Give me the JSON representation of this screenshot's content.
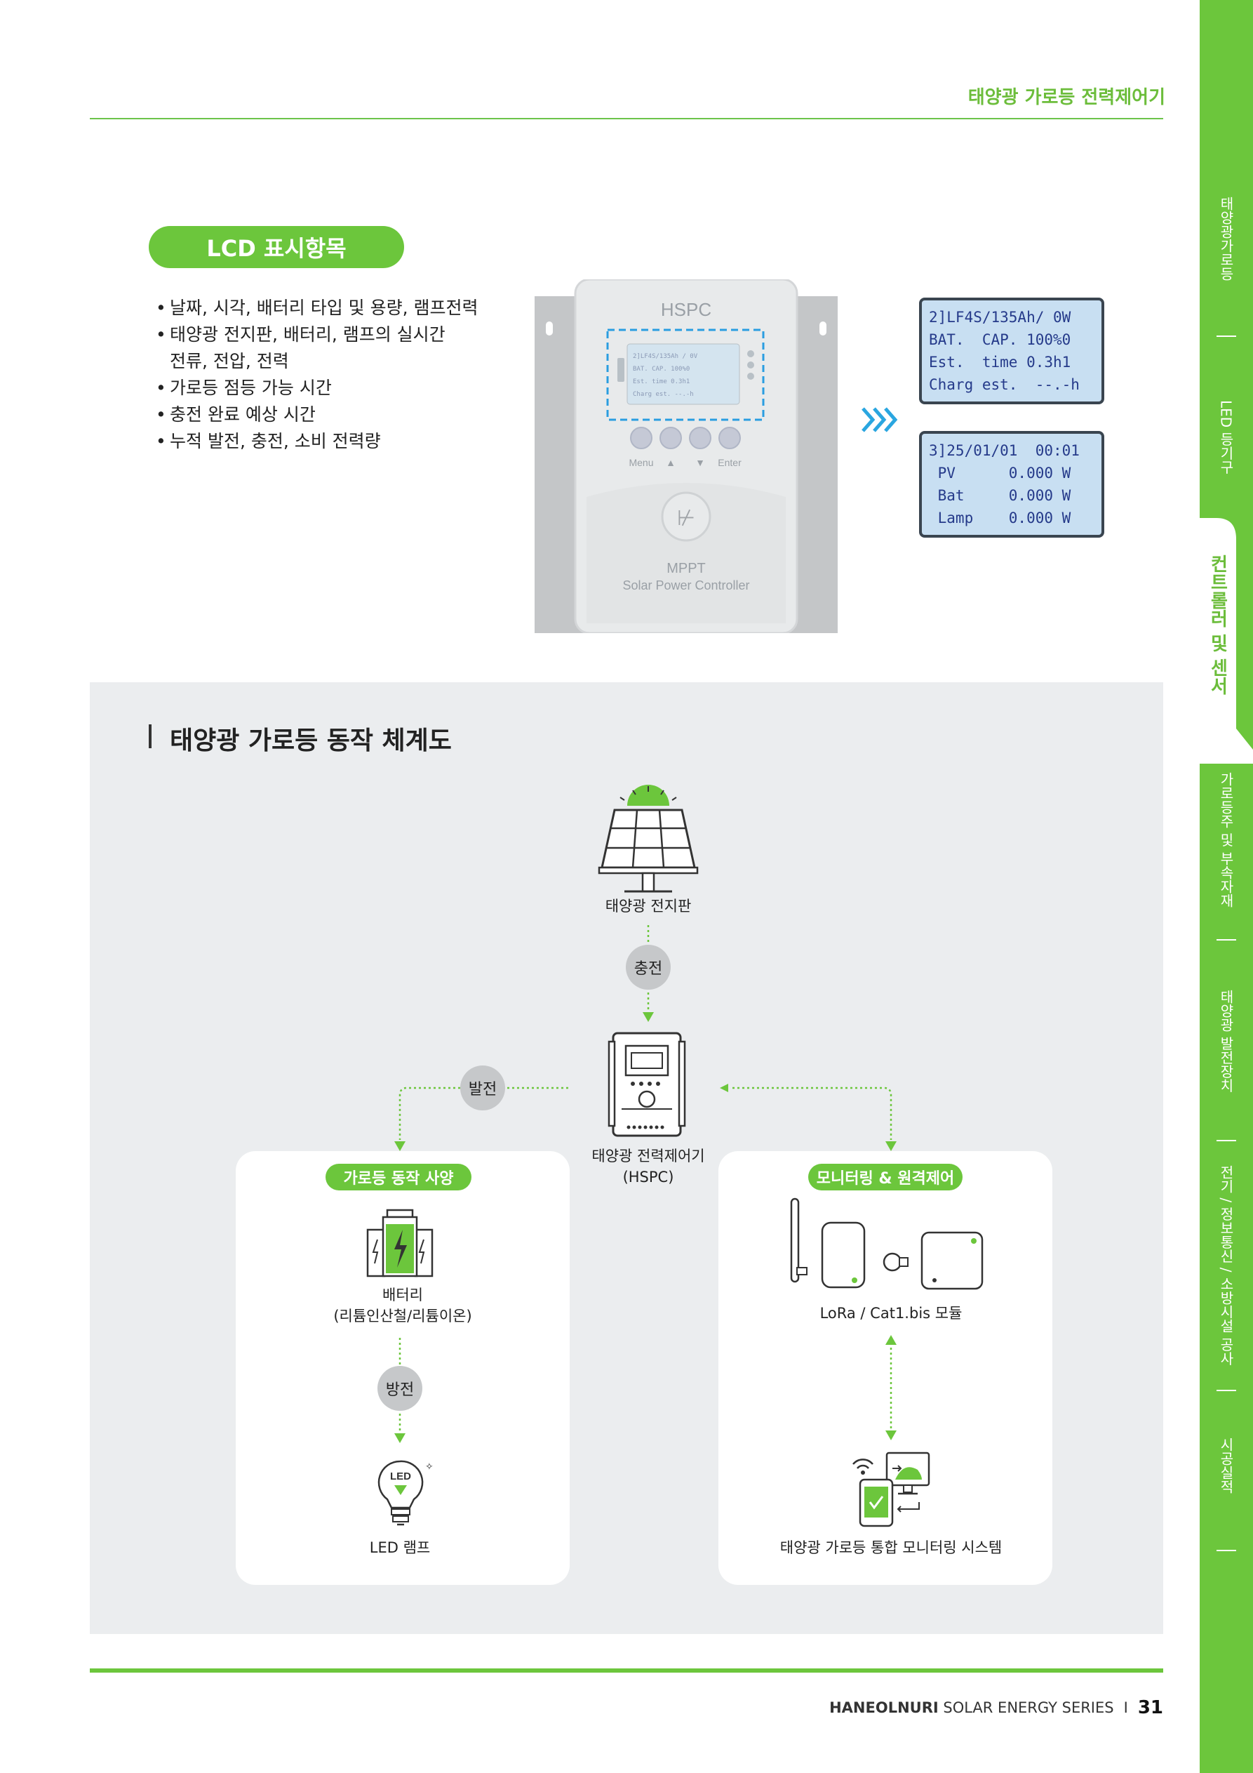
{
  "header": {
    "title": "태양광 가로등 전력제어기"
  },
  "side_nav": {
    "items": [
      {
        "label": "태양광가로등"
      },
      {
        "label": "LED 등기구"
      },
      {
        "label": "컨트롤러 및 센서"
      },
      {
        "label": "가로등주 및 부속자재"
      },
      {
        "label": "태양광 발전장치"
      },
      {
        "label": "전기 / 정보통신 / 소방시설 공사"
      },
      {
        "label": "시공실적"
      }
    ]
  },
  "lcd_section": {
    "pill": "LCD 표시항목",
    "bullets": [
      {
        "line1": "날짜, 시각, 배터리 타입 및 용량, 램프전력",
        "line2": ""
      },
      {
        "line1": "태양광 전지판, 배터리, 램프의 실시간",
        "line2": "전류, 전압, 전력"
      },
      {
        "line1": "가로등 점등 가능 시간",
        "line2": ""
      },
      {
        "line1": "충전 완료 예상 시간",
        "line2": ""
      },
      {
        "line1": "누적 발전, 충전, 소비 전력량",
        "line2": ""
      }
    ],
    "device": {
      "brand": "HSPC",
      "screen_lines": [
        "2]LF4S/135Ah / 0V",
        "BAT.  CAP. 100%0",
        "Est.  time 0.3h1",
        "Charg est.  --.-h"
      ],
      "buttons": [
        "Menu",
        "▲",
        "▼",
        "Enter"
      ],
      "model_line1": "MPPT",
      "model_line2": "Solar Power Controller"
    },
    "panel1": "2]LF4S/135Ah/ 0W\nBAT.  CAP. 100%0\nEst.  time 0.3h1\nCharg est.  --.-h",
    "panel2": "3]25/01/01  00:01\n PV      0.000 W\n Bat     0.000 W\n Lamp    0.000 W"
  },
  "diagram": {
    "title": "태양광  가로등 동작 체계도",
    "solar_label": "태양광 전지판",
    "charge": "충전",
    "controller_label_1": "태양광 전력제어기",
    "controller_label_2": "(HSPC)",
    "generate": "발전",
    "left_pill": "가로등 동작 사양",
    "battery_label_1": "배터리",
    "battery_label_2": "(리튬인산철/리튬이온)",
    "discharge": "방전",
    "led_text": "LED",
    "led_label": "LED 램프",
    "right_pill": "모니터링 & 원격제어",
    "module_label": "LoRa / Cat1.bis 모듈",
    "monitor_label": "태양광 가로등 통합 모니터링 시스템"
  },
  "footer": {
    "brand_bold": "HANEOLNURI",
    "brand_rest": "SOLAR ENERGY SERIES",
    "separator": "I",
    "page": "31"
  },
  "colors": {
    "green": "#6cc63c",
    "gray_bg": "#ebedef",
    "lcd_bg": "#c8dff2",
    "lcd_text": "#253a8a"
  }
}
